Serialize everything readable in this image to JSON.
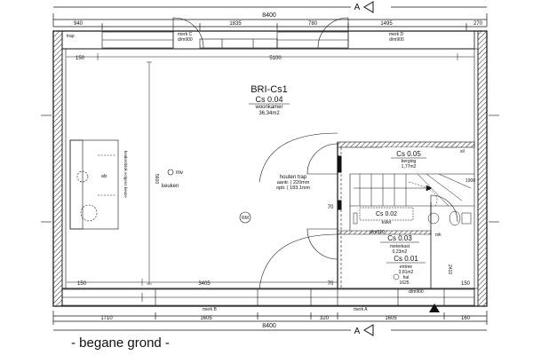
{
  "section_marker": "A",
  "caption": "- begane grond -",
  "dims_top": {
    "total": "8400",
    "seg1": "940",
    "seg2": "1835",
    "seg3": "780",
    "seg4": "1495",
    "seg5": "270"
  },
  "dims_bottom": {
    "total": "8400",
    "seg1": "1710",
    "seg2": "1605",
    "seg3": "320",
    "seg4": "1605",
    "seg5": "160"
  },
  "dims_inner": {
    "top_width": "5100",
    "bottom_width": "3405",
    "left_top": "150",
    "left_bottom": "150",
    "right_bottom": "150",
    "mid_left": "70",
    "mid_left_bottom": "70",
    "stair_w": "2410",
    "stair_h": "1900",
    "left_vert": "5600",
    "bottom_right": "1625"
  },
  "window_labels": {
    "merk_c": "merk C",
    "merk_c_code": "d/m900",
    "merk_d": "merk D",
    "merk_d_code": "d/m900",
    "merk_b": "merk B",
    "merk_a": "merk A",
    "trap": "trap"
  },
  "rooms": {
    "main_code": "BRI-Cs1",
    "main_sub": "Cs 0.04",
    "main_name": "woonkamer",
    "main_area": "36,34m2",
    "keuken": "keuken",
    "mv": "mv",
    "afz": "afz",
    "kitchen_note": "keukenblok volgens keuze",
    "rm": "RM",
    "berging_code": "Cs 0.05",
    "berging_name": "berging",
    "berging_area": "1,77m2",
    "trap_line1": "houten trap",
    "trap_line2": "aantr. | 220mm",
    "trap_line3": "optr. | 183,1mm",
    "toilet_code": "Cs 0.02",
    "toilet_name": "toilet",
    "meterkast_code": "Cs 0.03",
    "meterkast_name": "meterkast",
    "meterkast_area": "0,23m2",
    "entree_code": "Cs 0.01",
    "entree_name": "entree",
    "entree_area": "3,81m2",
    "entree_sub": "hal",
    "door_label": "d/m910",
    "door_label2": "d/m900",
    "mk": "mk",
    "sil": "sil"
  }
}
